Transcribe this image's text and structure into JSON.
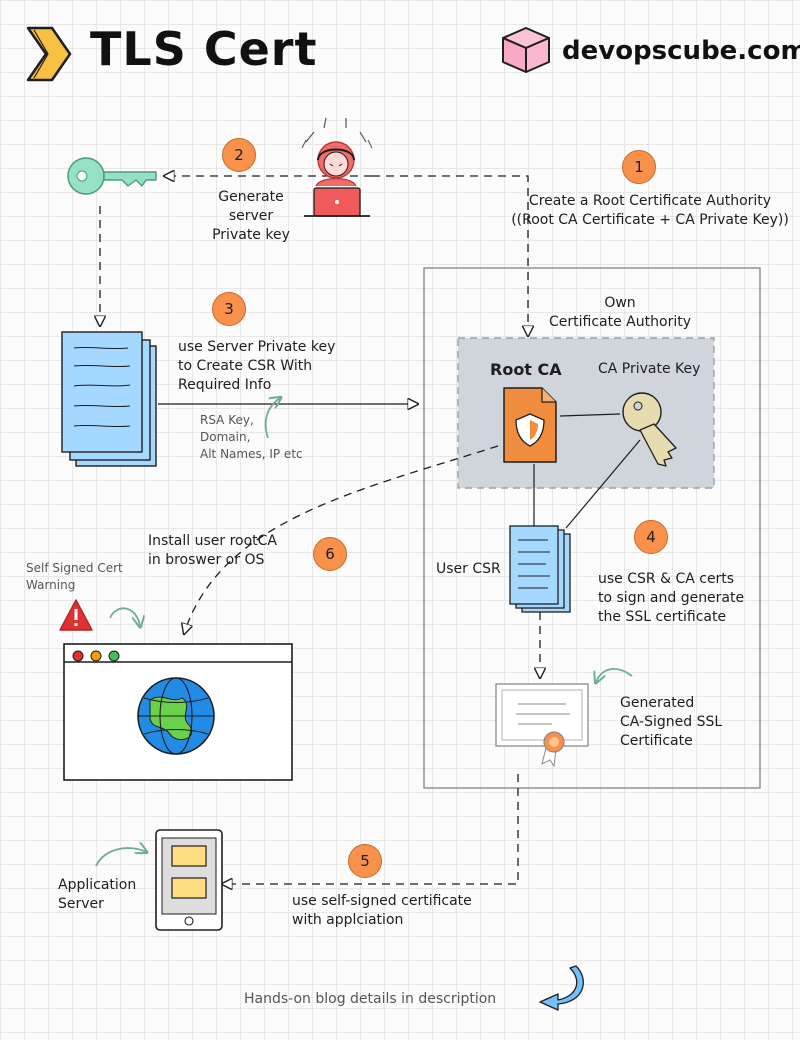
{
  "header": {
    "title": "TLS Cert",
    "brand": "devopscube.com"
  },
  "steps": {
    "s1": {
      "num": "1",
      "text": "Create a Root Certificate Authority\n((Root CA Certificate + CA Private Key))"
    },
    "s2": {
      "num": "2",
      "text": "Generate\nserver\nPrivate key"
    },
    "s3": {
      "num": "3",
      "text": "use Server Private key\nto Create CSR With\nRequired Info"
    },
    "s4": {
      "num": "4",
      "text": "use CSR & CA certs\nto sign and generate\nthe SSL certificate"
    },
    "s5": {
      "num": "5",
      "text": "use self-signed certificate\nwith applciation"
    },
    "s6": {
      "num": "6",
      "text": "Install user rootCA\nin broswer or OS"
    }
  },
  "labels": {
    "own_ca": "Own\nCertificate Authority",
    "root_ca": "Root CA",
    "ca_private_key": "CA Private Key",
    "csr_info": "RSA Key,\nDomain,\nAlt Names, IP etc",
    "user_csr": "User CSR",
    "generated_cert": "Generated\nCA-Signed SSL\nCertificate",
    "self_signed_warning": "Self Signed Cert\nWarning",
    "app_server": "Application\nServer",
    "footer": "Hands-on blog details in description"
  },
  "colors": {
    "badge": "#f7914b",
    "doc_blue": "#a5d8ff",
    "cert_orange": "#f08c3e",
    "key_green": "#96e0c4",
    "key_tan": "#e6dcb0",
    "ca_region": "#cfd5db",
    "warning_red": "#e03131",
    "globe_blue": "#228be6",
    "globe_green": "#6ad14b"
  },
  "icons": [
    "chevron-logo-icon",
    "cube-logo-icon",
    "key-icon",
    "developer-icon",
    "csr-document-icon",
    "root-ca-cert-icon",
    "ca-key-icon",
    "user-csr-icon",
    "ssl-certificate-icon",
    "warning-icon",
    "browser-icon",
    "globe-icon",
    "server-icon",
    "curved-arrow-icon"
  ]
}
